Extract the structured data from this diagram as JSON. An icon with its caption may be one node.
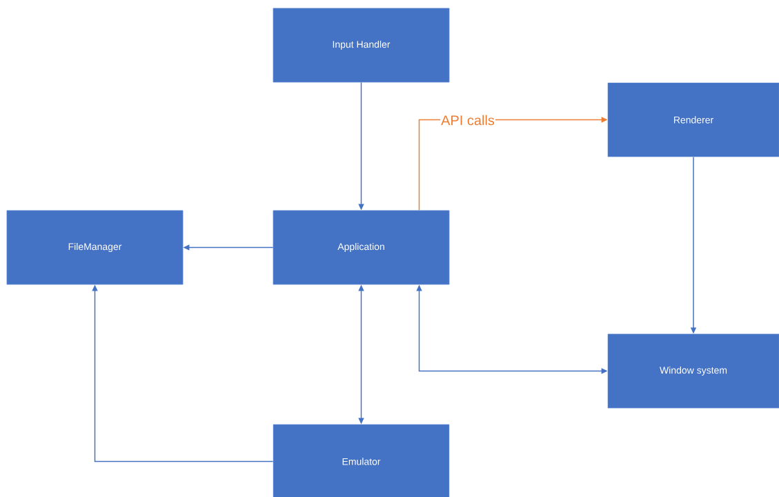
{
  "diagram": {
    "nodes": [
      {
        "text": [
          "Input Handler"
        ]
      },
      {
        "text": [
          "Renderer"
        ]
      },
      {
        "text": [
          "FileManager"
        ]
      },
      {
        "text": [
          "Application"
        ]
      },
      {
        "text": [
          "Window system"
        ]
      },
      {
        "text": [
          "Emulator"
        ]
      }
    ],
    "edges": [
      {
        "from": 0,
        "to": 3,
        "arrow": "to"
      },
      {
        "from": 3,
        "to": 1,
        "arrow": "to",
        "label": "API calls",
        "color": "#ed7d31"
      },
      {
        "from": 3,
        "to": 2,
        "arrow": "to"
      },
      {
        "from": 1,
        "to": 4,
        "arrow": "to"
      },
      {
        "from": 3,
        "to": 5,
        "arrow": "both"
      },
      {
        "from": 3,
        "to": 4,
        "arrow": "both"
      },
      {
        "from": 5,
        "to": 2,
        "arrow": "to"
      }
    ]
  }
}
